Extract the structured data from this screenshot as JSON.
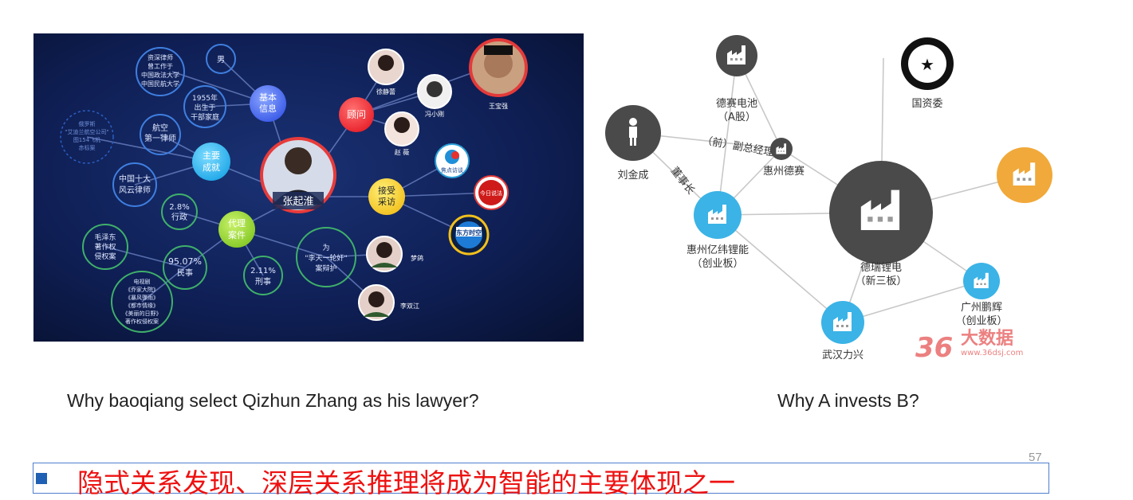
{
  "left_graph": {
    "center": "张起淮",
    "hubs": {
      "basic": "基本\n信息",
      "advisor": "顾问",
      "achievement": "主要\n成就",
      "interview": "接受\n采访",
      "cases": "代理\n案件"
    },
    "leaves": {
      "edu": "资深律师\n曾工作于\n中国政法大学\n中国民航大学",
      "gender": "男",
      "birth": "1955年\n出生于\n干部家庭",
      "aviation_case": "俄罗斯\n\"艾迪兰航空公司\"\n图154飞机\n赤标案",
      "aviation": "航空\n第一律师",
      "top10": "中国十大\n风云律师",
      "admin_pct": "2.8%\n行政",
      "civil_pct": "95.07%\n民事",
      "criminal_pct": "2.11%\n刑事",
      "mao": "毛泽东\n著作权\n侵权案",
      "tv": "电视剧\n《乔家大院》\n《暴风骤雨》\n《都市情缘》\n《美丽的日野》\n著作权侵权案",
      "li_tianyi": "为\n\"李天一轮奸\"\n案辩护"
    },
    "people": {
      "xu": "徐静蕾",
      "feng": "冯小刚",
      "wang": "王宝强",
      "zhao": "赵 薇",
      "meng": "梦鸽",
      "li": "李双江"
    },
    "media": {
      "focus": "焦点访谈",
      "today": "今日说法",
      "east": "东方时空"
    }
  },
  "right_graph": {
    "nodes": {
      "battery": "德赛电池\n（A股）",
      "sasac": "国资委",
      "liu": "刘金成",
      "desay_hz": "惠州德赛",
      "evebattery": "惠州亿纬锂能\n（创业板）",
      "dr_lithium": "德瑞锂电\n（新三板）",
      "guangzhou": "广州鹏辉\n（创业板）",
      "wuhan": "武汉力兴"
    },
    "edges": {
      "former_vp": "（前）副总经理",
      "chairman": "董事长"
    },
    "watermark_text": "大数据",
    "watermark_url": "www.36dsj.com",
    "watermark_num": "36"
  },
  "captions": {
    "left": "Why baoqiang select Qizhun Zhang as his lawyer?",
    "right": "Why A invests B?"
  },
  "page_number": "57",
  "conclusion": "隐式关系发现、深层关系推理将成为智能的主要体现之一",
  "colors": {
    "left_bg": "#0e1a4a",
    "accent_red": "#ee1111",
    "node_gray": "#4a4a4a",
    "node_blue": "#3bb3e6",
    "node_orange": "#f0a93a"
  }
}
